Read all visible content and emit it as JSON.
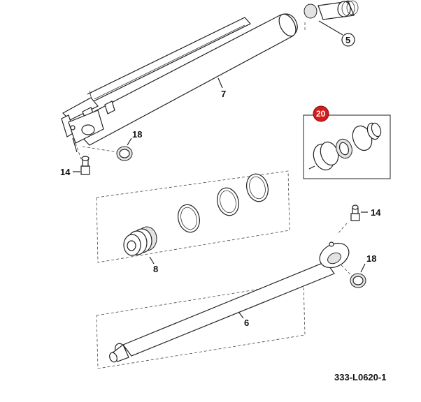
{
  "callouts": {
    "c5": "5",
    "c7": "7",
    "c18_top": "18",
    "c14_top": "14",
    "c20": "20",
    "c14_right": "14",
    "c18_right": "18",
    "c8": "8",
    "c6": "6"
  },
  "reference": "333-L0620-1",
  "colors": {
    "highlight_badge": "#d31c1c",
    "line": "#222222"
  }
}
